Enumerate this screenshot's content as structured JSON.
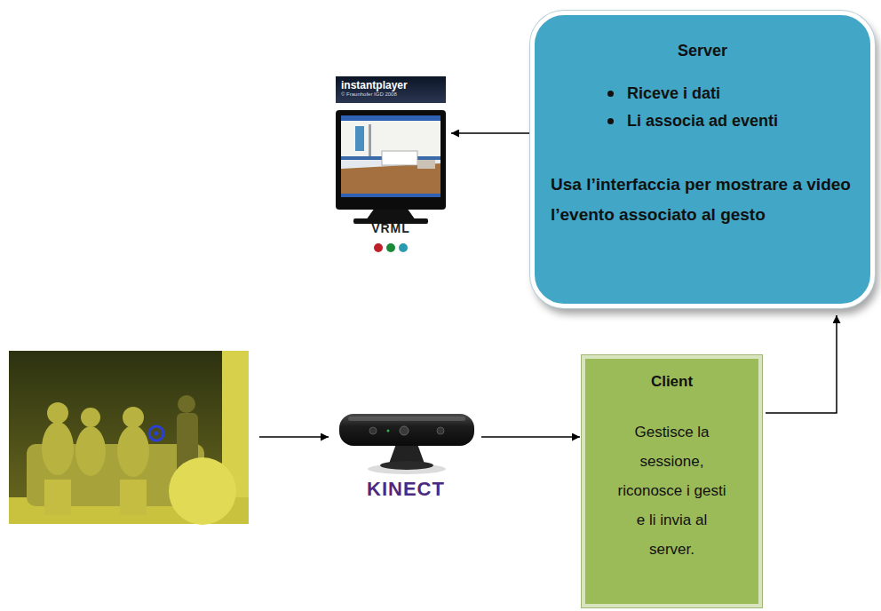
{
  "diagram": {
    "nodes": [
      {
        "text": [
          "instantplayer",
          "VRML"
        ]
      },
      {
        "text": [
          "Server",
          "Riceve i dati",
          "Li associa ad eventi",
          "Usa l’interfaccia per mostrare a video l’evento associato al gesto"
        ]
      },
      {
        "text": [
          "KINECT"
        ]
      },
      {
        "text": [
          "Client",
          "Gestisce la sessione, riconosce i gesti e li invia al server."
        ]
      }
    ],
    "edges": [
      {
        "from": 1,
        "to": 0,
        "arrow": "to"
      },
      {
        "from": 2,
        "to": 3,
        "arrow": "to"
      },
      {
        "from": 3,
        "to": 1,
        "arrow": "to"
      }
    ],
    "labels": [
      "© Fraunhofer IGD 2008"
    ]
  }
}
